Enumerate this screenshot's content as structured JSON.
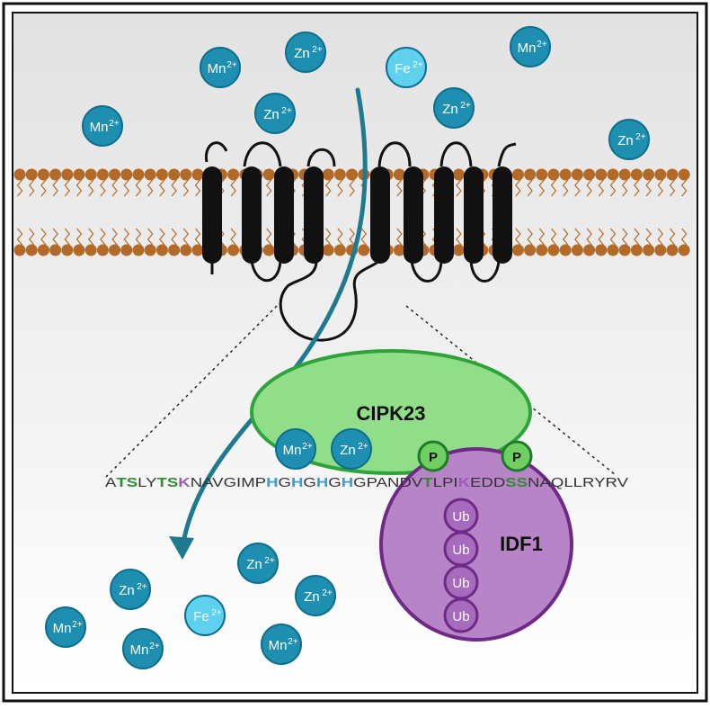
{
  "figure": {
    "sequence": [
      {
        "t": "A",
        "c": "plain"
      },
      {
        "t": "T",
        "c": "green"
      },
      {
        "t": "S",
        "c": "green"
      },
      {
        "t": "L",
        "c": "plain"
      },
      {
        "t": "Y",
        "c": "plain"
      },
      {
        "t": "T",
        "c": "green"
      },
      {
        "t": "S",
        "c": "green"
      },
      {
        "t": "K",
        "c": "purple"
      },
      {
        "t": "N",
        "c": "plain"
      },
      {
        "t": "A",
        "c": "plain"
      },
      {
        "t": "V",
        "c": "plain"
      },
      {
        "t": "G",
        "c": "plain"
      },
      {
        "t": "I",
        "c": "plain"
      },
      {
        "t": "M",
        "c": "plain"
      },
      {
        "t": "P",
        "c": "plain"
      },
      {
        "t": "H",
        "c": "blue"
      },
      {
        "t": "G",
        "c": "plain"
      },
      {
        "t": "H",
        "c": "blue"
      },
      {
        "t": "G",
        "c": "plain"
      },
      {
        "t": "H",
        "c": "blue"
      },
      {
        "t": "G",
        "c": "plain"
      },
      {
        "t": "H",
        "c": "blue"
      },
      {
        "t": "G",
        "c": "plain"
      },
      {
        "t": "P",
        "c": "plain"
      },
      {
        "t": "A",
        "c": "plain"
      },
      {
        "t": "N",
        "c": "plain"
      },
      {
        "t": "D",
        "c": "plain"
      },
      {
        "t": "V",
        "c": "plain"
      },
      {
        "t": "T",
        "c": "green"
      },
      {
        "t": "L",
        "c": "plain"
      },
      {
        "t": "P",
        "c": "plain"
      },
      {
        "t": "I",
        "c": "plain"
      },
      {
        "t": "K",
        "c": "purple"
      },
      {
        "t": "E",
        "c": "plain"
      },
      {
        "t": "D",
        "c": "plain"
      },
      {
        "t": "D",
        "c": "plain"
      },
      {
        "t": "S",
        "c": "green"
      },
      {
        "t": "S",
        "c": "green"
      },
      {
        "t": "N",
        "c": "plain"
      },
      {
        "t": "A",
        "c": "plain"
      },
      {
        "t": "Q",
        "c": "plain"
      },
      {
        "t": "L",
        "c": "plain"
      },
      {
        "t": "L",
        "c": "plain"
      },
      {
        "t": "R",
        "c": "plain"
      },
      {
        "t": "Y",
        "c": "plain"
      },
      {
        "t": "R",
        "c": "plain"
      },
      {
        "t": "V",
        "c": "plain"
      }
    ],
    "labels": {
      "cipk23": "CIPK23",
      "idf1": "IDF1",
      "phospho": "P",
      "ubiquitin": "Ub"
    },
    "ions": [
      {
        "sym": "Mn",
        "chg": "2+",
        "kind": "mn"
      },
      {
        "sym": "Zn",
        "chg": "2+",
        "kind": "zn"
      },
      {
        "sym": "Fe",
        "chg": "2+",
        "kind": "fe"
      },
      {
        "sym": "Mn",
        "chg": "2+",
        "kind": "mn"
      },
      {
        "sym": "Zn",
        "chg": "2+",
        "kind": "zn"
      },
      {
        "sym": "Zn",
        "chg": "2+",
        "kind": "zn"
      },
      {
        "sym": "Mn",
        "chg": "2+",
        "kind": "mn"
      },
      {
        "sym": "Zn",
        "chg": "2+",
        "kind": "zn"
      },
      {
        "sym": "Mn",
        "chg": "2+",
        "kind": "mn"
      },
      {
        "sym": "Zn",
        "chg": "2+",
        "kind": "zn"
      },
      {
        "sym": "Zn",
        "chg": "2+",
        "kind": "zn"
      },
      {
        "sym": "Zn",
        "chg": "2+",
        "kind": "zn"
      },
      {
        "sym": "Fe",
        "chg": "2+",
        "kind": "fe"
      },
      {
        "sym": "Zn",
        "chg": "2+",
        "kind": "zn"
      },
      {
        "sym": "Mn",
        "chg": "2+",
        "kind": "mn"
      },
      {
        "sym": "Mn",
        "chg": "2+",
        "kind": "mn"
      },
      {
        "sym": "Mn",
        "chg": "2+",
        "kind": "mn"
      }
    ],
    "colors": {
      "ion_dark": "#1e8fb0",
      "ion_light": "#5fd0ee",
      "lipid": "#b36a28",
      "membrane_bg": "#e6e6e6",
      "cipk23_fill": "#92dd8a",
      "cipk23_stroke": "#2fa33a",
      "idf1_fill": "#b784c8",
      "idf1_stroke": "#6e2a86",
      "ub_fill": "#a66bbd",
      "seq_green": "#2e8b2e",
      "seq_blue": "#3a9fd0",
      "seq_purple": "#9a5cb8",
      "arrow": "#1f7a8f"
    }
  }
}
